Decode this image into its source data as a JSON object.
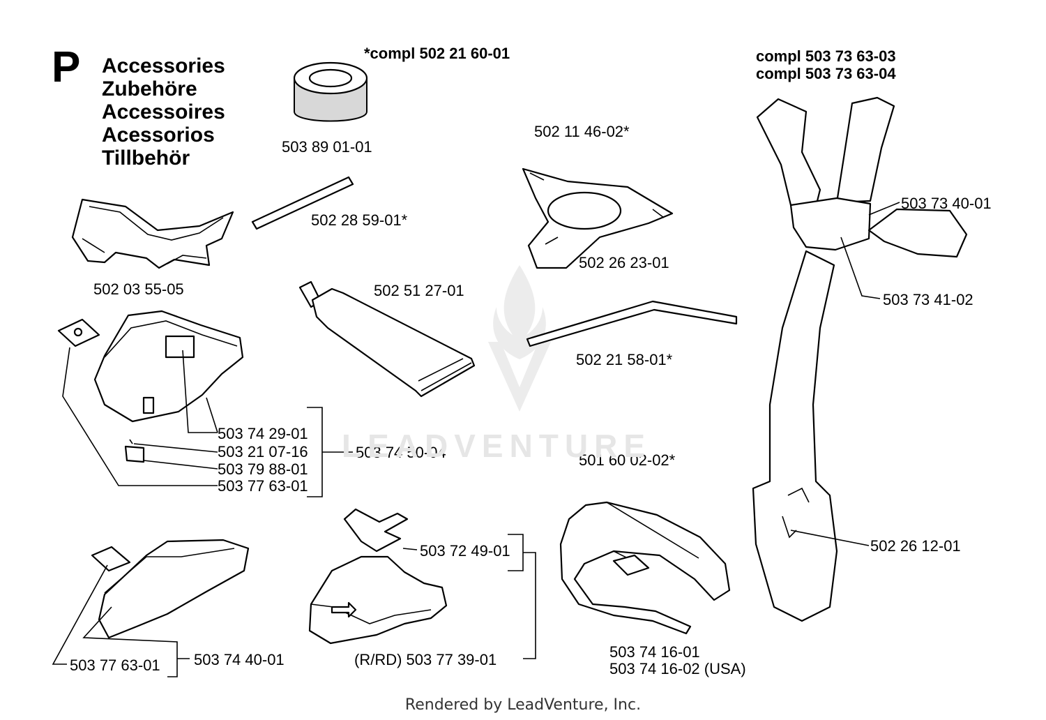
{
  "section": "P",
  "titles": [
    "Accessories",
    "Zubehöre",
    "Accessoires",
    "Acessorios",
    "Tillbehör"
  ],
  "compl": {
    "spool": "*compl 502 21 60-01",
    "harness_1": "compl 503 73 63-03",
    "harness_2": "compl 503 73 63-04"
  },
  "parts": {
    "p503890101": "503 89 01-01",
    "p502114602": "502 11 46-02*",
    "p502285901": "502 28 59-01*",
    "p502035505": "502 03 55-05",
    "p502512701": "502 51 27-01",
    "p502262301": "502 26 23-01",
    "p502215801": "502 21 58-01*",
    "p503734001": "503 73 40-01",
    "p503734102": "503 73 41-02",
    "p503742901": "503 74 29-01",
    "p503210716": "503 21 07-16",
    "p503745004": "503 74 50-04",
    "p503798801": "503 79 88-01",
    "p503776301a": "503 77 63-01",
    "p501600202": "501 60 02-02*",
    "p503724901": "503 72 49-01",
    "p502261201": "502 26 12-01",
    "p503776301b": "503 77 63-01",
    "p503744001": "503 74 40-01",
    "p503773901": "(R/RD) 503 77 39-01",
    "p503741601": "503 74 16-01",
    "p503741602": "503 74 16-02 (USA)"
  },
  "watermark": "LEADVENTURE",
  "footer": "Rendered by LeadVenture, Inc."
}
